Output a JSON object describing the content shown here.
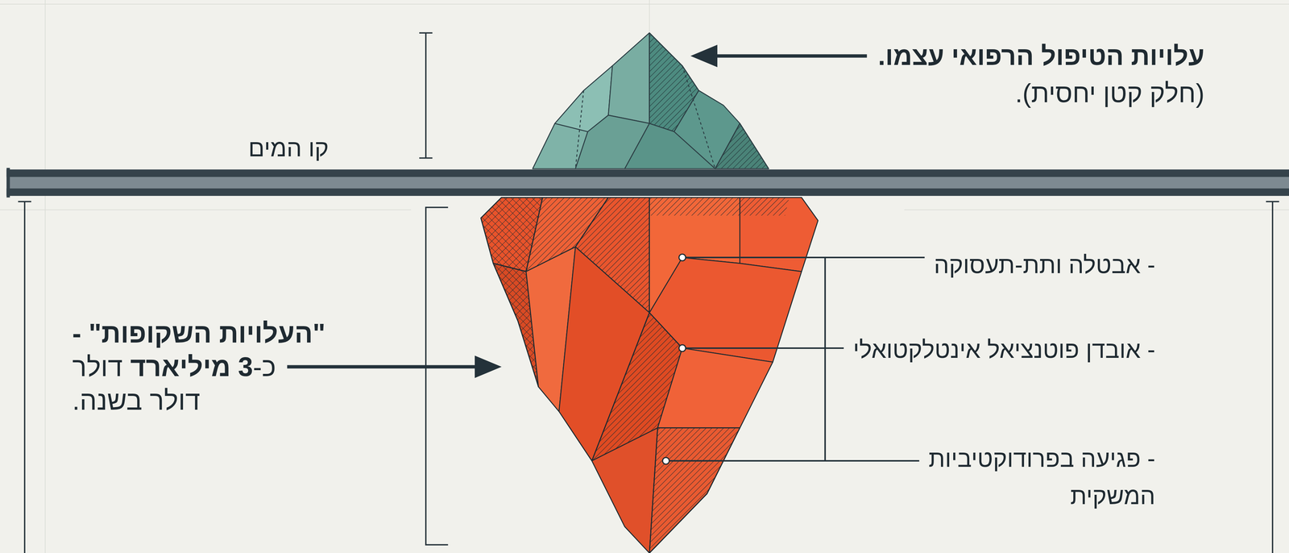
{
  "diagram": {
    "labels": [
      "עלויות הטיפול הרפואי עצמו.",
      "(חלק קטן יחסית).",
      "קו המים",
      "\"העלויות השקופות\" -",
      "כ-",
      "3 מיליארד",
      "דולר",
      "דולר בשנה.",
      "- אבטלה ותת-תעסוקה",
      "- אובדן פוטנציאל אינטלקטואלי",
      "- פגיעה בפרודוקטיביות המשקית"
    ]
  }
}
